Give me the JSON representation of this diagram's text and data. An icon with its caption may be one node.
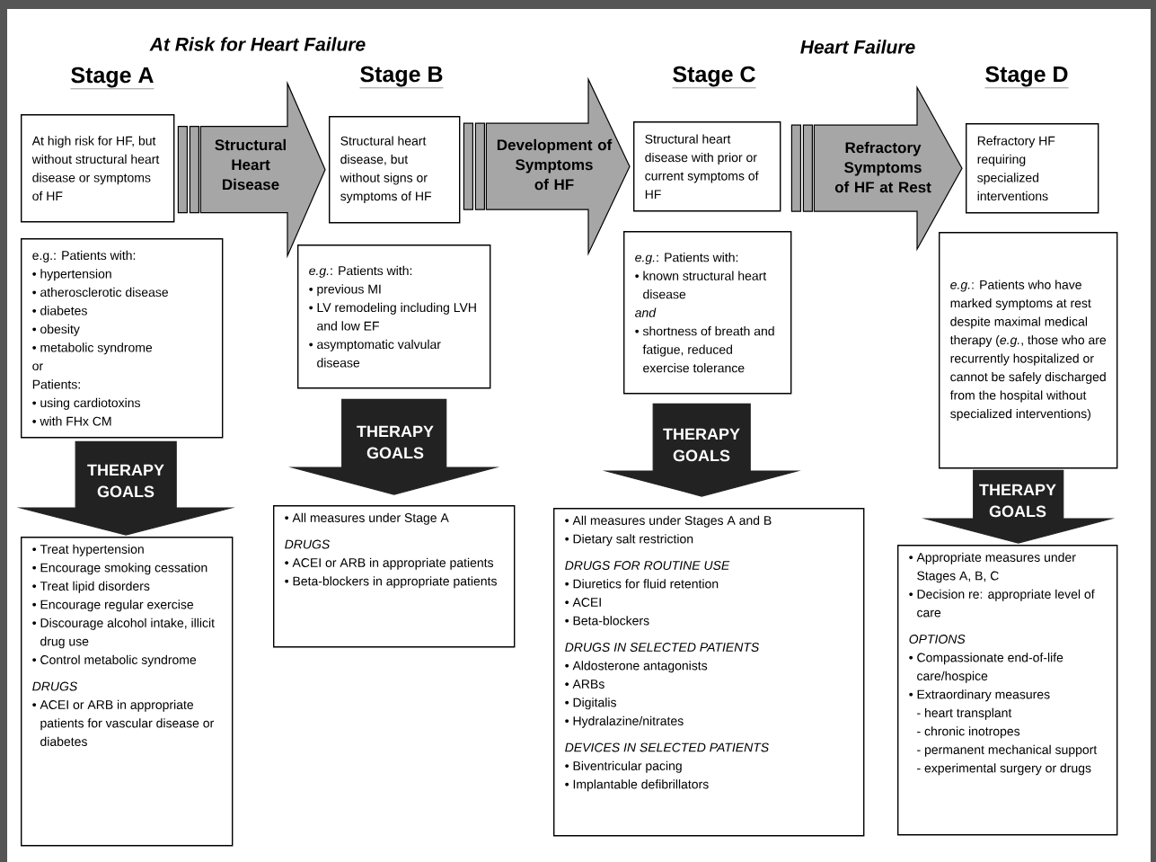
{
  "diagram": {
    "nodes": [
      {
        "text": [
          "Stage A",
          "At high risk for HF, but without structural heart disease or symptoms of HF"
        ]
      },
      {
        "text": [
          "Stage B",
          "Structural heart disease, but without signs or symptoms of HF"
        ]
      },
      {
        "text": [
          "Stage C",
          "Structural heart disease with prior or current symptoms of HF"
        ]
      },
      {
        "text": [
          "Stage D",
          "Refractory HF requiring specialized interventions"
        ]
      },
      {
        "text": [
          "e.g.: Patients with:",
          "• hypertension",
          "• atherosclerotic disease",
          "• diabetes",
          "• obesity",
          "• metabolic syndrome",
          "or",
          "Patients:",
          "• using cardiotoxins",
          "• with FHx CM"
        ]
      },
      {
        "text": [
          "*e.g.*: Patients with:",
          "• previous MI",
          "• LV remodeling including LVH and low EF",
          "• asymptomatic valvular disease"
        ]
      },
      {
        "text": [
          "*e.g.*: Patients with:",
          "• known structural heart disease",
          "and",
          "• shortness of breath and fatigue, reduced exercise tolerance"
        ]
      },
      {
        "text": [
          "*e.g.*: Patients who have marked symptoms at rest despite maximal medical therapy (*e.g.*, those who are recurrently hospitalized or cannot be safely discharged from the hospital without specialized interventions)"
        ]
      },
      {
        "text": [
          "• Treat hypertension",
          "• Encourage smoking cessation",
          "• Treat lipid disorders",
          "• Encourage regular exercise",
          "• Discourage alcohol intake, illicit drug use",
          "• Control metabolic syndrome",
          "DRUGS",
          "• ACEI or ARB in appropriate patients for vascular disease or diabetes"
        ]
      },
      {
        "text": [
          "• All measures under Stage A",
          "DRUGS",
          "• ACEI or ARB in appropriate patients",
          "• Beta-blockers in appropriate patients"
        ]
      },
      {
        "text": [
          "• All measures under Stages A and B",
          "• Dietary salt restriction",
          "DRUGS FOR ROUTINE USE",
          "• Diuretics for fluid retention",
          "• ACEI",
          "• Beta-blockers",
          "DRUGS IN SELECTED PATIENTS",
          "• Aldosterone antagonists",
          "• ARBs",
          "• Digitalis",
          "• Hydralazine/nitrates",
          "DEVICES IN SELECTED PATIENTS",
          "• Biventricular pacing",
          "• Implantable defibrillators"
        ]
      },
      {
        "text": [
          "• Appropriate measures under Stages A, B, C",
          "• Decision re: appropriate level of care",
          "OPTIONS",
          "• Compassionate end-of-life care/hospice",
          "• Extraordinary measures",
          "- heart transplant",
          "- chronic inotropes",
          "- permanent mechanical support",
          "- experimental surgery or drugs"
        ]
      }
    ],
    "edges": [
      {
        "from": 0,
        "to": 1,
        "arrow": "to",
        "label": "Structural Heart Disease",
        "color": "#a6a6a6"
      },
      {
        "from": 1,
        "to": 2,
        "arrow": "to",
        "label": "Development of Symptoms of HF",
        "color": "#a6a6a6"
      },
      {
        "from": 2,
        "to": 3,
        "arrow": "to",
        "label": "Refractory Symptoms of HF at Rest",
        "color": "#a6a6a6"
      },
      {
        "from": 4,
        "to": 8,
        "arrow": "to",
        "label": "THERAPY GOALS"
      },
      {
        "from": 5,
        "to": 9,
        "arrow": "to",
        "label": "THERAPY GOALS"
      },
      {
        "from": 6,
        "to": 10,
        "arrow": "to",
        "label": "THERAPY GOALS"
      },
      {
        "from": 7,
        "to": 11,
        "arrow": "to",
        "label": "THERAPY GOALS"
      }
    ],
    "labels": [
      "At Risk for Heart Failure",
      "Heart Failure"
    ]
  }
}
